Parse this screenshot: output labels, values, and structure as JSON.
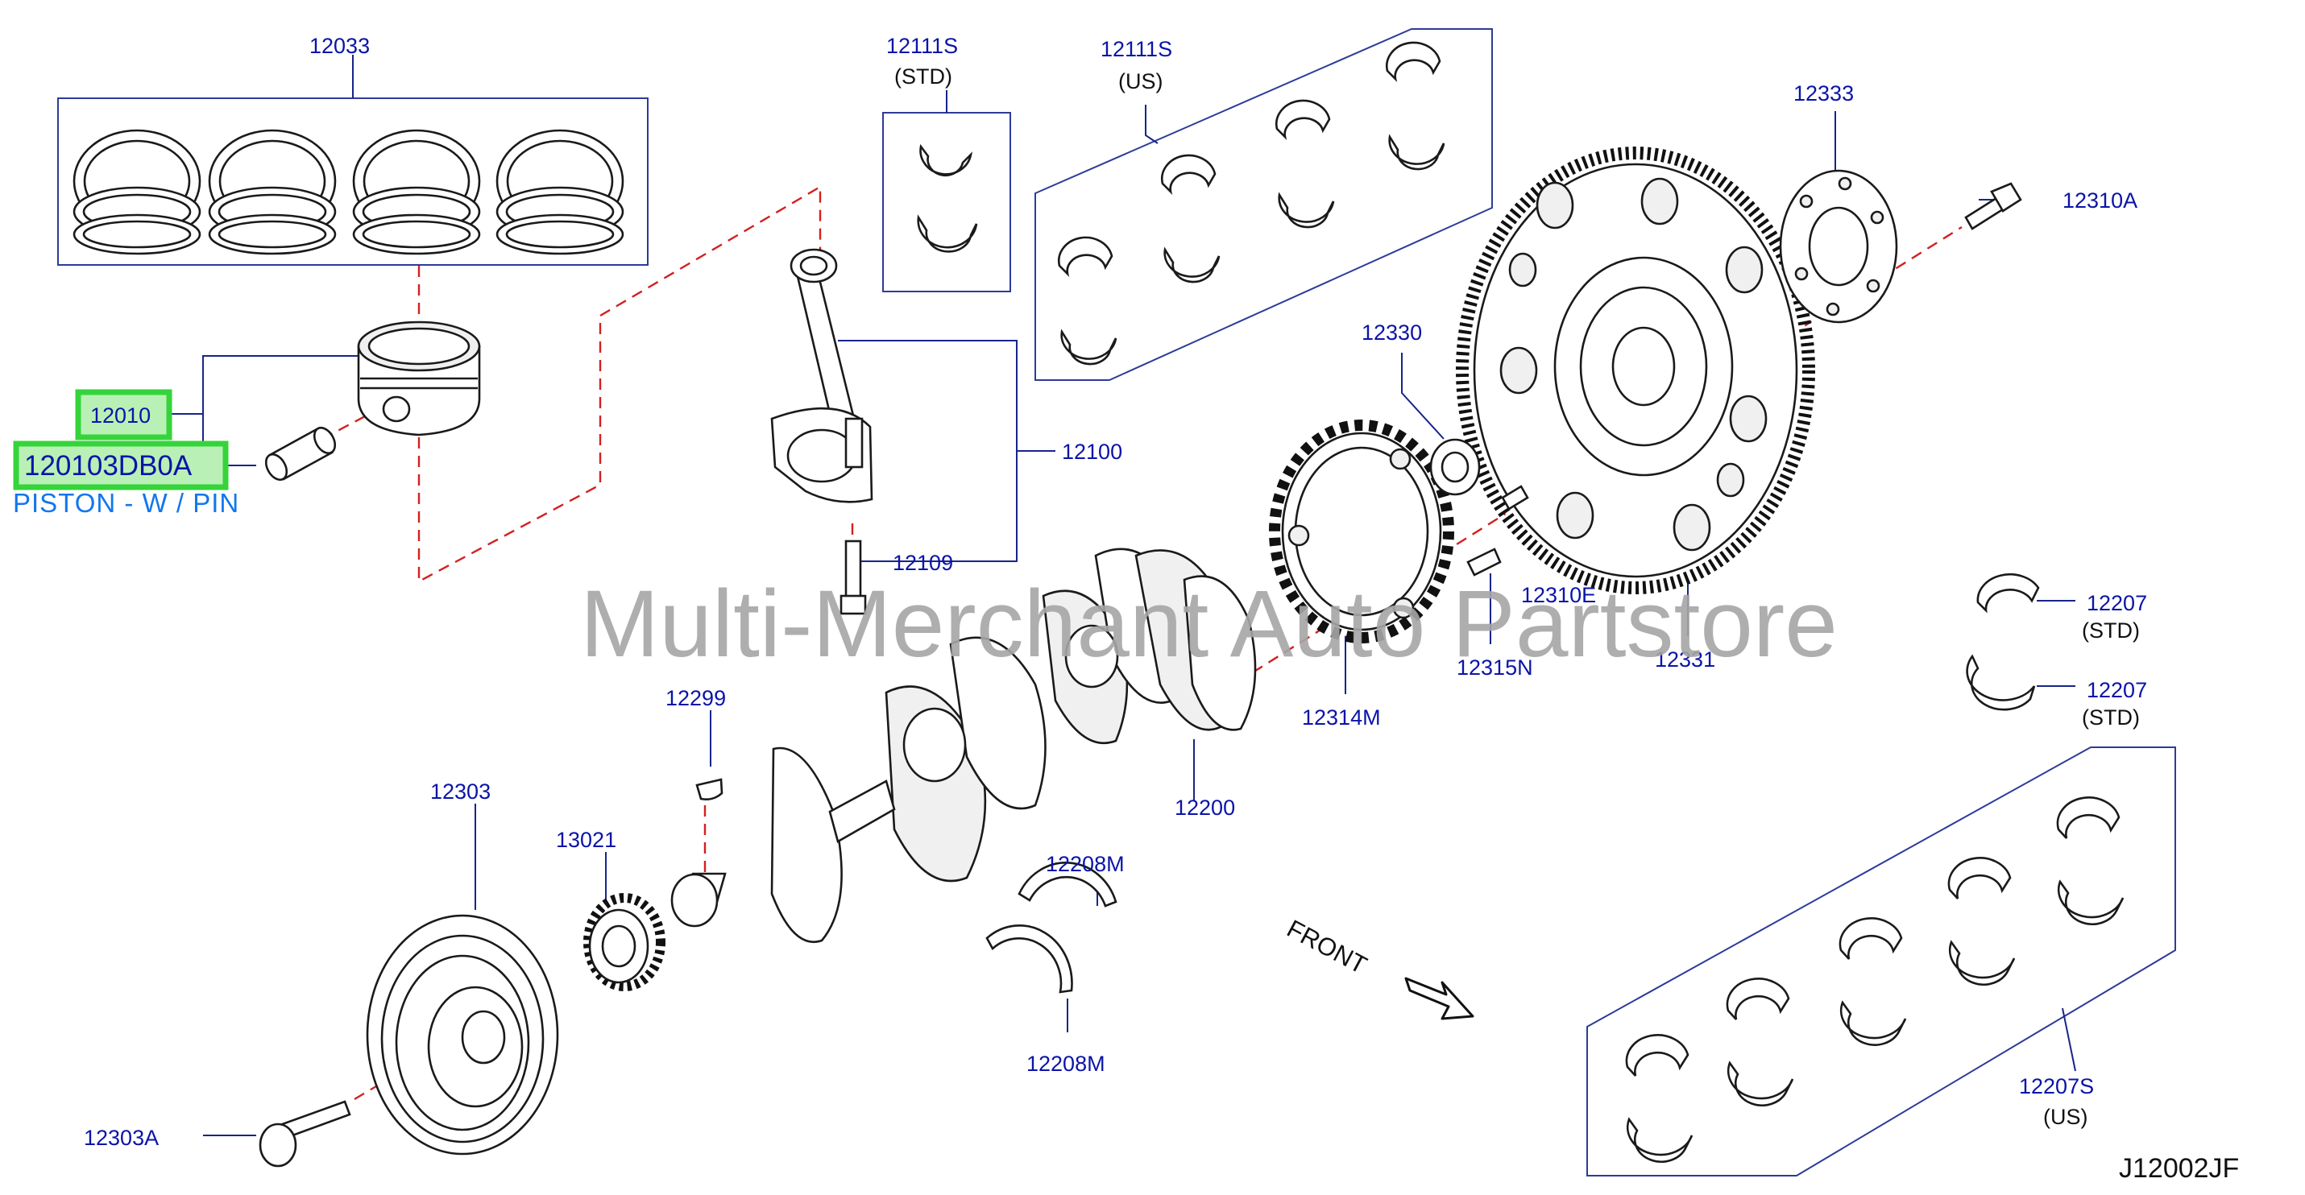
{
  "diagram": {
    "code": "J12002JF",
    "watermark": "Multi-Merchant Auto Partstore",
    "front_label": "FRONT",
    "highlight": {
      "part_number": "12010",
      "full_number": "120103DB0A",
      "description": "PISTON - W / PIN"
    },
    "labels": {
      "p12033": "12033",
      "p12111s_std": "12111S",
      "std_a": "(STD)",
      "p12111s_us": "12111S",
      "us_a": "(US)",
      "p12333": "12333",
      "p12310a": "12310A",
      "p12330": "12330",
      "p12100": "12100",
      "p12109": "12109",
      "p12310e": "12310E",
      "p12315n": "12315N",
      "p12331": "12331",
      "p12314m": "12314M",
      "p12207_a": "12207",
      "std_b": "(STD)",
      "p12207_b": "12207",
      "std_c": "(STD)",
      "p12299": "12299",
      "p12200": "12200",
      "p12303": "12303",
      "p13021": "13021",
      "p12208m_a": "12208M",
      "p12208m_b": "12208M",
      "p12303a": "12303A",
      "p12207s": "12207S",
      "us_b": "(US)"
    }
  }
}
